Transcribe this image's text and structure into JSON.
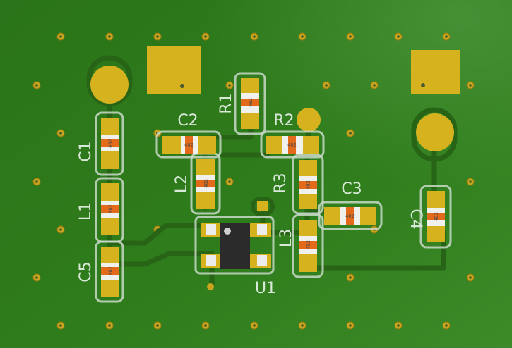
{
  "colors": {
    "board": "#2f7d1c",
    "copper_trace": "#2a6a16",
    "gold": "#d6b21f",
    "silk": "#d8e8d8",
    "ic_body": "#2b2b2b",
    "resistor_band": "#e36a1a"
  },
  "designators": {
    "C1": "C1",
    "C2": "C2",
    "C3": "C3",
    "C4": "C4",
    "C5": "C5",
    "L1": "L1",
    "L2": "L2",
    "L3": "L3",
    "R1": "R1",
    "R2": "R2",
    "R3": "R3",
    "U1": "U1"
  },
  "package_code": "402"
}
